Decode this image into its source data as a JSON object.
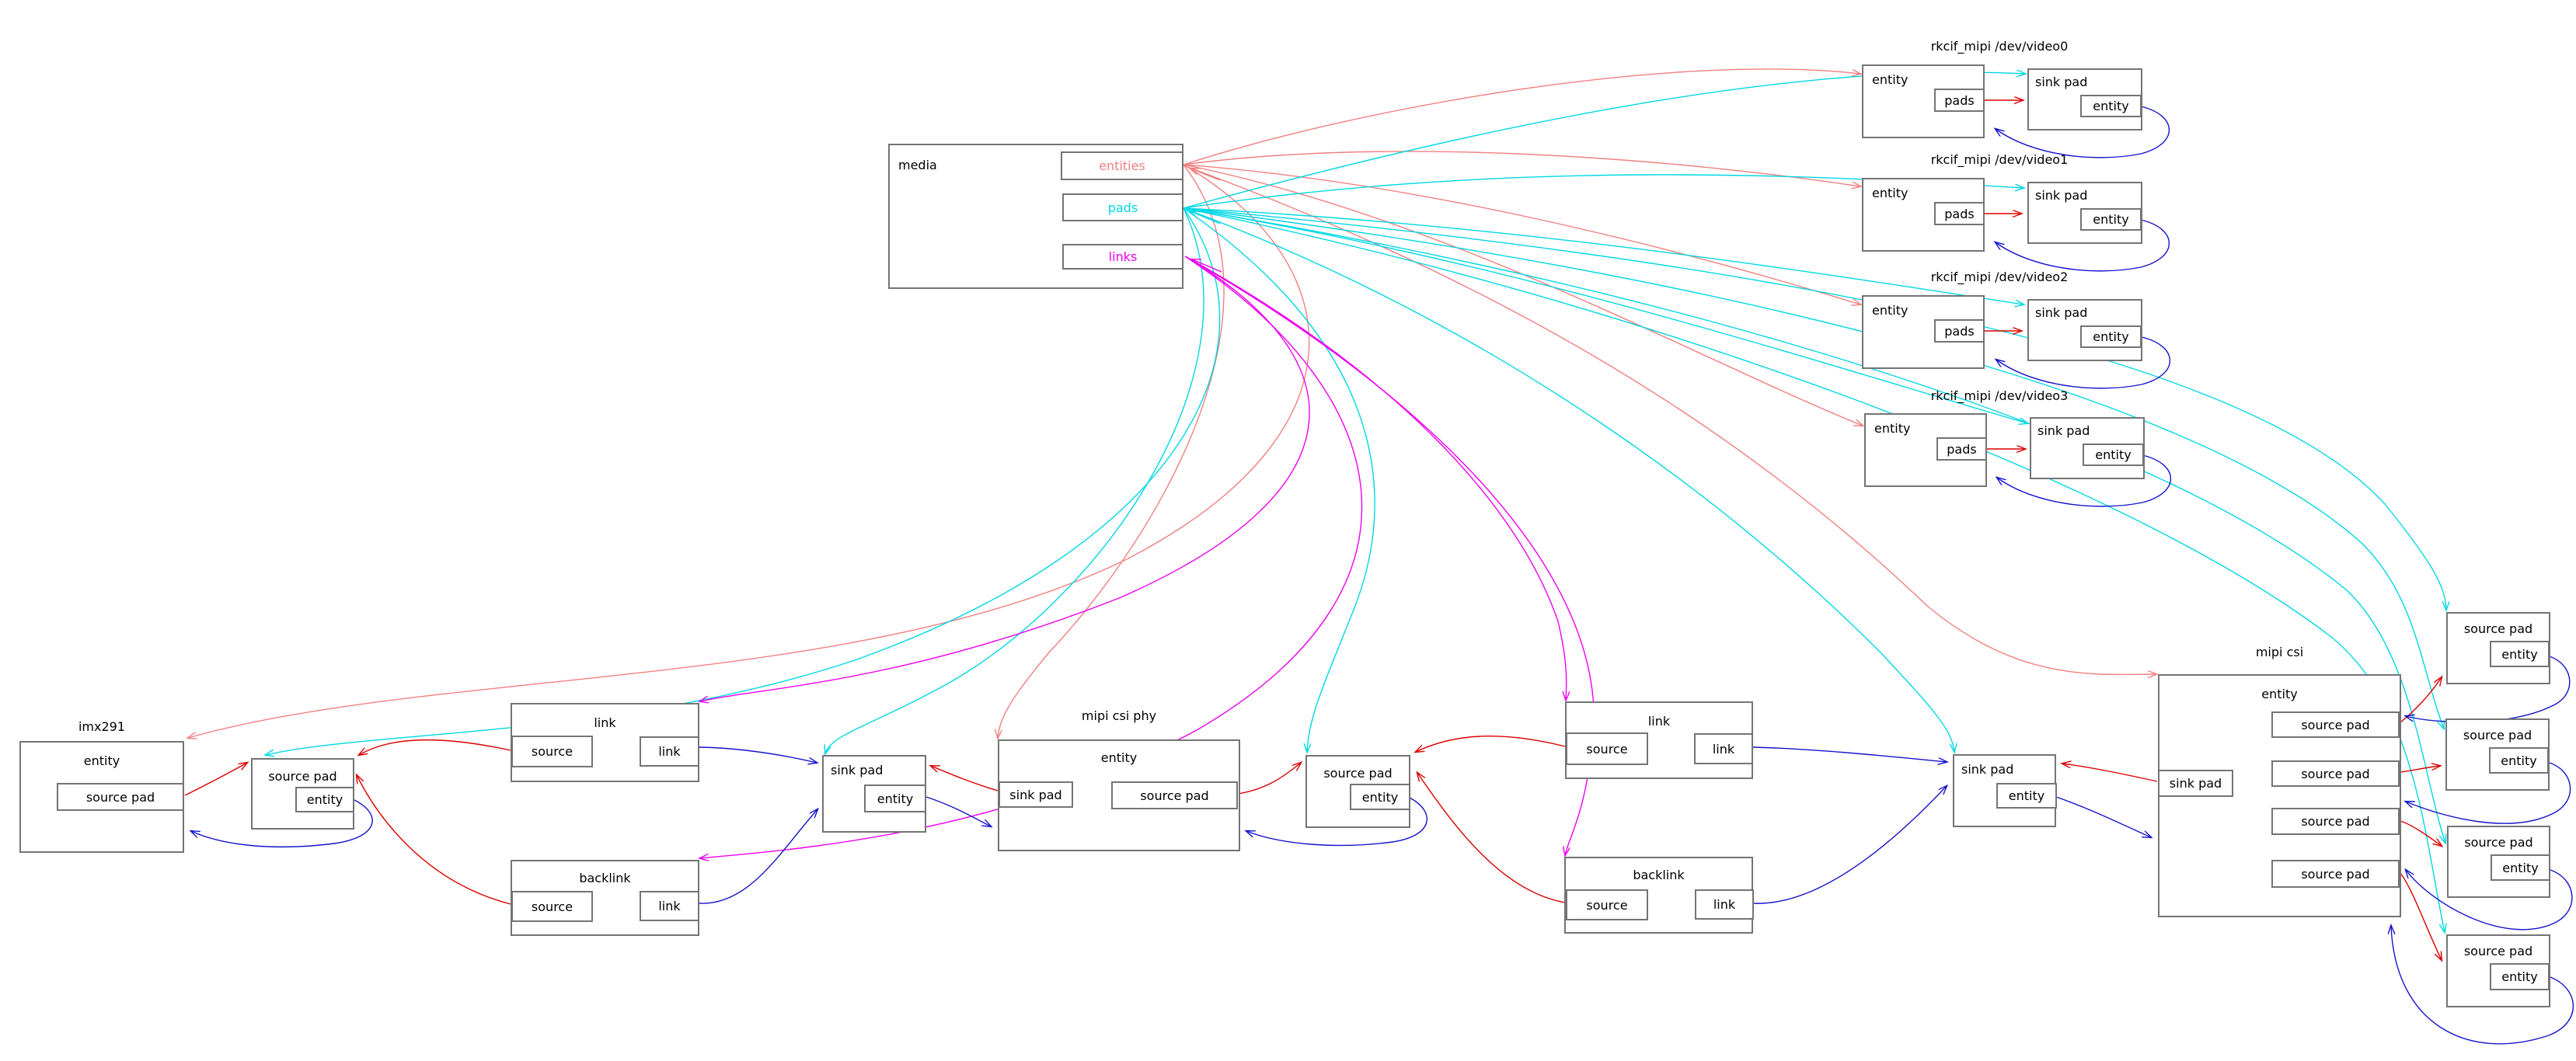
{
  "colors": {
    "entities_edge": "#f08080",
    "pads_edge": "#00d8e4",
    "links_edge": "#ee00ee",
    "pad_ref_edge": "#dd0000",
    "entity_backref_edge": "#1414cc",
    "box_border": "#747474"
  },
  "media": {
    "label": "media",
    "entities_ref": "entities",
    "pads_ref": "pads",
    "links_ref": "links"
  },
  "rkcif_groups": [
    {
      "title": "rkcif_mipi /dev/video0",
      "entity_label": "entity",
      "pads_ref": "pads",
      "sink_pad_label": "sink pad",
      "entity_ref": "entity"
    },
    {
      "title": "rkcif_mipi /dev/video1",
      "entity_label": "entity",
      "pads_ref": "pads",
      "sink_pad_label": "sink pad",
      "entity_ref": "entity"
    },
    {
      "title": "rkcif_mipi /dev/video2",
      "entity_label": "entity",
      "pads_ref": "pads",
      "sink_pad_label": "sink pad",
      "entity_ref": "entity"
    },
    {
      "title": "rkcif_mipi /dev/video3",
      "entity_label": "entity",
      "pads_ref": "pads",
      "sink_pad_label": "sink pad",
      "entity_ref": "entity"
    }
  ],
  "imx291": {
    "title": "imx291",
    "entity_label": "entity",
    "source_pad_ref": "source pad"
  },
  "source_pad_boxes": [
    {
      "label": "source pad",
      "entity_ref": "entity"
    },
    {
      "label": "source pad",
      "entity_ref": "entity"
    }
  ],
  "sink_pad_boxes": [
    {
      "label": "sink pad",
      "entity_ref": "entity"
    },
    {
      "label": "sink pad",
      "entity_ref": "entity"
    }
  ],
  "link_groups": [
    {
      "link": {
        "title": "link",
        "source_ref": "source",
        "link_ref": "link"
      },
      "backlink": {
        "title": "backlink",
        "source_ref": "source",
        "link_ref": "link"
      }
    },
    {
      "link": {
        "title": "link",
        "source_ref": "source",
        "link_ref": "link"
      },
      "backlink": {
        "title": "backlink",
        "source_ref": "source",
        "link_ref": "link"
      }
    }
  ],
  "mipi_csi_phy": {
    "title": "mipi csi phy",
    "entity_label": "entity",
    "sink_pad_ref": "sink pad",
    "source_pad_ref": "source pad"
  },
  "mipi_csi": {
    "title": "mipi csi",
    "entity_label": "entity",
    "sink_pad_ref": "sink pad",
    "source_pad_refs": [
      "source pad",
      "source pad",
      "source pad",
      "source pad"
    ]
  },
  "csi_pad_boxes": [
    {
      "label": "source pad",
      "entity_ref": "entity"
    },
    {
      "label": "source pad",
      "entity_ref": "entity"
    },
    {
      "label": "source pad",
      "entity_ref": "entity"
    },
    {
      "label": "source pad",
      "entity_ref": "entity"
    }
  ]
}
